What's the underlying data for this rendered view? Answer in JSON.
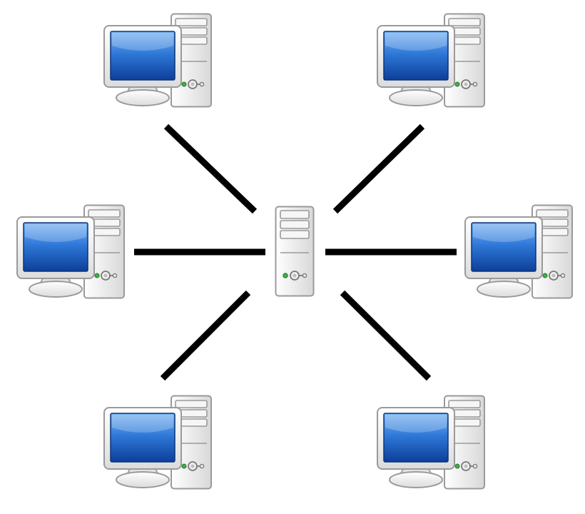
{
  "diagram": {
    "type": "star-network",
    "hub": {
      "name": "server",
      "icon": "server-tower-icon"
    },
    "nodes": [
      {
        "name": "computer-top-left",
        "icon": "desktop-computer-icon"
      },
      {
        "name": "computer-top-right",
        "icon": "desktop-computer-icon"
      },
      {
        "name": "computer-middle-left",
        "icon": "desktop-computer-icon"
      },
      {
        "name": "computer-middle-right",
        "icon": "desktop-computer-icon"
      },
      {
        "name": "computer-bottom-left",
        "icon": "desktop-computer-icon"
      },
      {
        "name": "computer-bottom-right",
        "icon": "desktop-computer-icon"
      }
    ],
    "connections": [
      {
        "from": "server",
        "to": "computer-top-left"
      },
      {
        "from": "server",
        "to": "computer-top-right"
      },
      {
        "from": "server",
        "to": "computer-middle-left"
      },
      {
        "from": "server",
        "to": "computer-middle-right"
      },
      {
        "from": "server",
        "to": "computer-bottom-left"
      },
      {
        "from": "server",
        "to": "computer-bottom-right"
      }
    ],
    "colors": {
      "background": "#ffffff",
      "link": "#000000",
      "screen": "#1a5fc8",
      "screen_highlight": "#7fb6f2",
      "case": "#e9e9e9",
      "outline": "#9a9a9a",
      "power_light": "#3cb043"
    }
  }
}
